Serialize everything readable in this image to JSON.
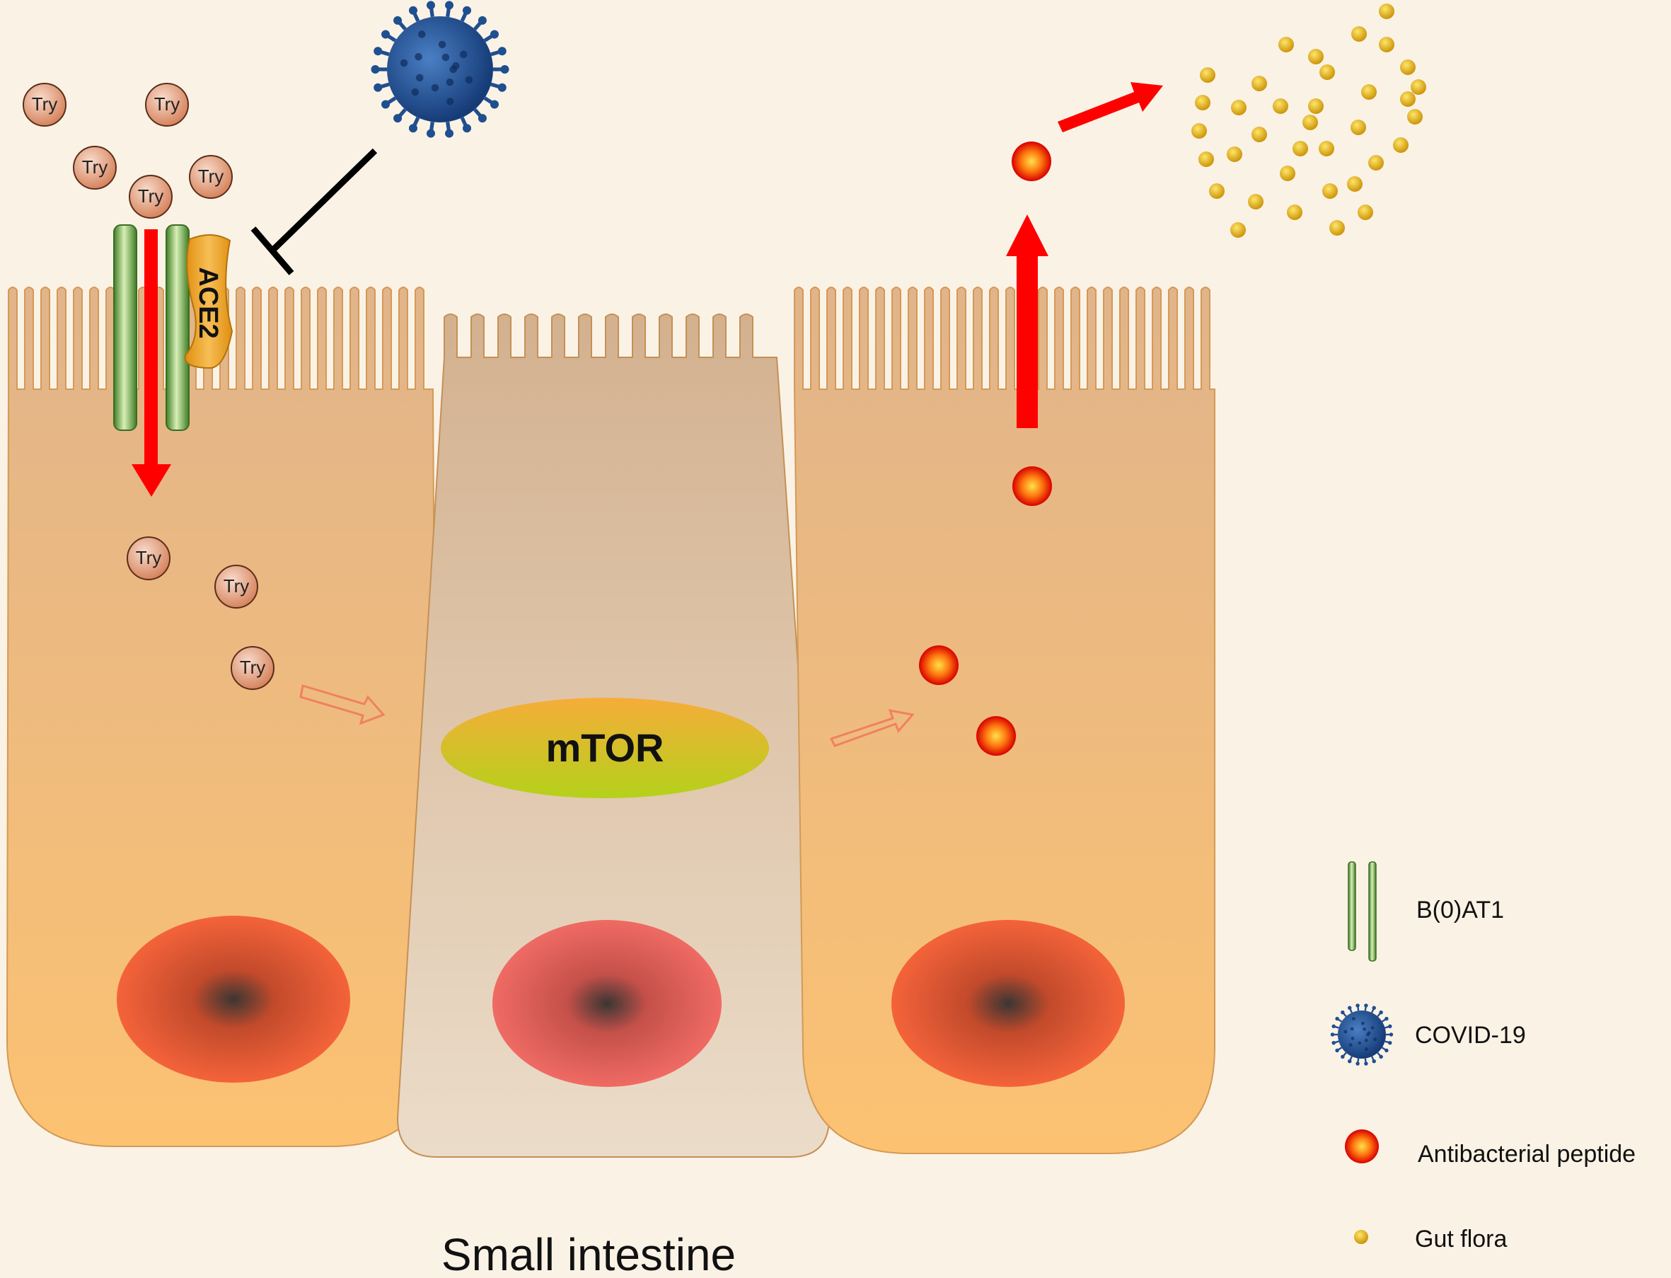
{
  "diagram": {
    "caption": "Small intestine",
    "tryptophan_label": "Try",
    "ace2_label": "ACE2",
    "mtor_label": "mTOR"
  },
  "legend": {
    "items": [
      {
        "label": "B(0)AT1",
        "icon": "b0at1-transporter-icon"
      },
      {
        "label": "COVID-19",
        "icon": "virus-icon"
      },
      {
        "label": "Antibacterial peptide",
        "icon": "antibacterial-peptide-icon"
      },
      {
        "label": "Gut flora",
        "icon": "gut-flora-icon"
      }
    ]
  },
  "colors": {
    "background": "#fbf2e6",
    "cell_top": "#e1b48a",
    "cell_bottom": "#fcc272",
    "middle_cell_top": "#d3b18f",
    "middle_cell_bottom": "#ebdcc9",
    "transporter_green": "#5a9a36",
    "arrow_red": "#ff0000",
    "virus_blue": "#1f4f8f",
    "flora_gold": "#e3a90a",
    "ace2_orange": "#f3a522",
    "mtor_top": "#f6ad39",
    "mtor_bottom": "#b4d11a"
  }
}
